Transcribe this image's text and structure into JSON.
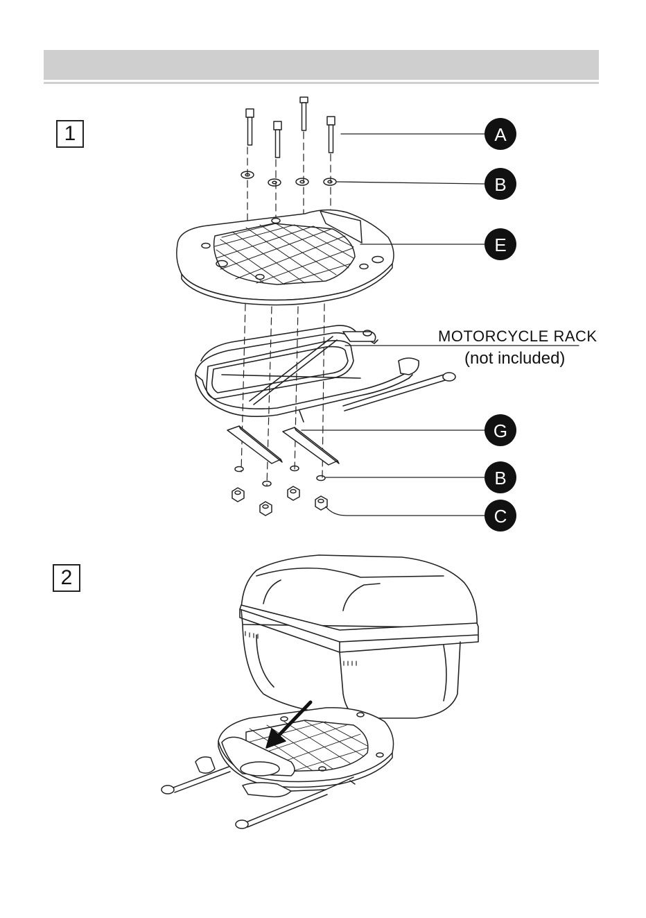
{
  "steps": [
    {
      "number": "1"
    },
    {
      "number": "2"
    }
  ],
  "callouts": {
    "a": "A",
    "b_top": "B",
    "e": "E",
    "g": "G",
    "b_bottom": "B",
    "c": "C"
  },
  "rack": {
    "label": "MOTORCYCLE RACK",
    "note": "(not included)"
  }
}
